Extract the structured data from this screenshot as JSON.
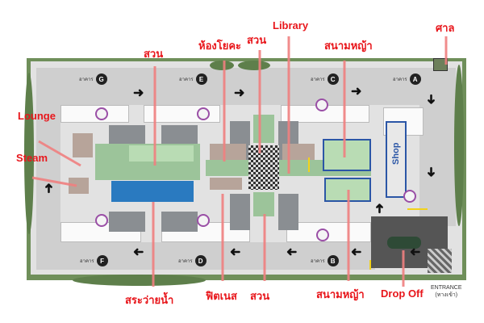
{
  "building_prefix": "อาคาร",
  "buildings_top": [
    "G",
    "E",
    "C",
    "A"
  ],
  "buildings_bottom": [
    "F",
    "D",
    "B"
  ],
  "annotations": {
    "garden_top_left": "สวน",
    "yoga_room": "ห้องโยคะ",
    "garden_top_center": "สวน",
    "library": "Library",
    "lawn_top": "สนามหญ้า",
    "shrine": "ศาล",
    "lounge": "Lounge",
    "steam": "Steam",
    "pool": "สระว่ายน้ำ",
    "fitness": "ฟิตเนส",
    "garden_bottom": "สวน",
    "lawn_bottom": "สนามหญ้า",
    "drop_off": "Drop Off"
  },
  "shop_label": "Shop",
  "entrance": {
    "label": "ENTRANCE",
    "thai": "(ทางเข้า)"
  },
  "colors": {
    "annotation": "#e8161b",
    "shop_outline": "#2b56a6",
    "lobby_ring": "#9a4fa6"
  }
}
